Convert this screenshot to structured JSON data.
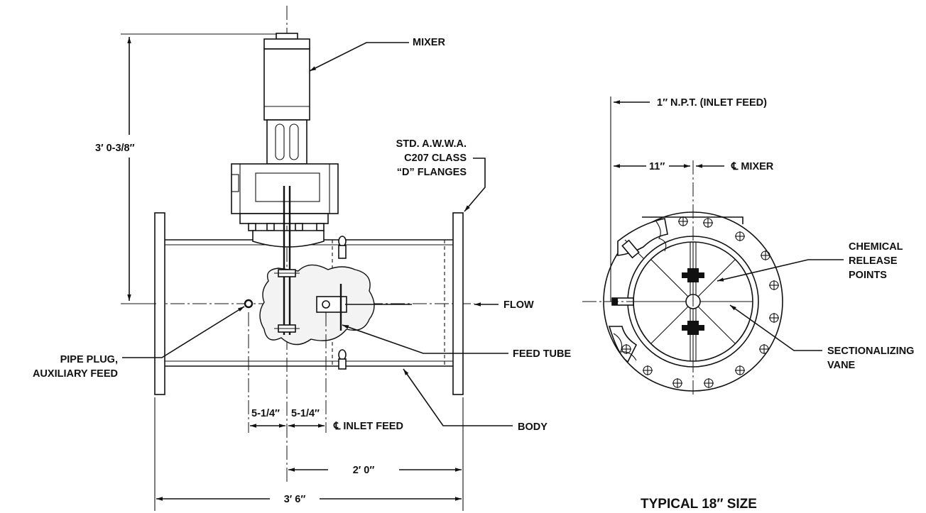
{
  "labels": {
    "mixer": "MIXER",
    "overall_height": "3′ 0-3/8″",
    "flanges_line1": "STD. A.W.W.A.",
    "flanges_line2": "C207 CLASS",
    "flanges_line3": "“D” FLANGES",
    "flow": "FLOW",
    "pipe_plug_line1": "PIPE PLUG,",
    "pipe_plug_line2": "AUXILIARY FEED",
    "feed_tube": "FEED TUBE",
    "dim_left": "5-1/4″",
    "dim_right": "5-1/4″",
    "inlet_feed_cl": "℄ INLET FEED",
    "body": "BODY",
    "dim_2ft": "2′ 0″",
    "dim_overall_length": "3′ 6″",
    "npt_inlet": "1″ N.P.T. (INLET FEED)",
    "dim_11": "11″",
    "mixer_cl": "℄ MIXER",
    "chemical_line1": "CHEMICAL",
    "chemical_line2": "RELEASE",
    "chemical_line3": "POINTS",
    "vane_line1": "SECTIONALIZING",
    "vane_line2": "VANE",
    "typical_size": "TYPICAL 18″ SIZE"
  }
}
